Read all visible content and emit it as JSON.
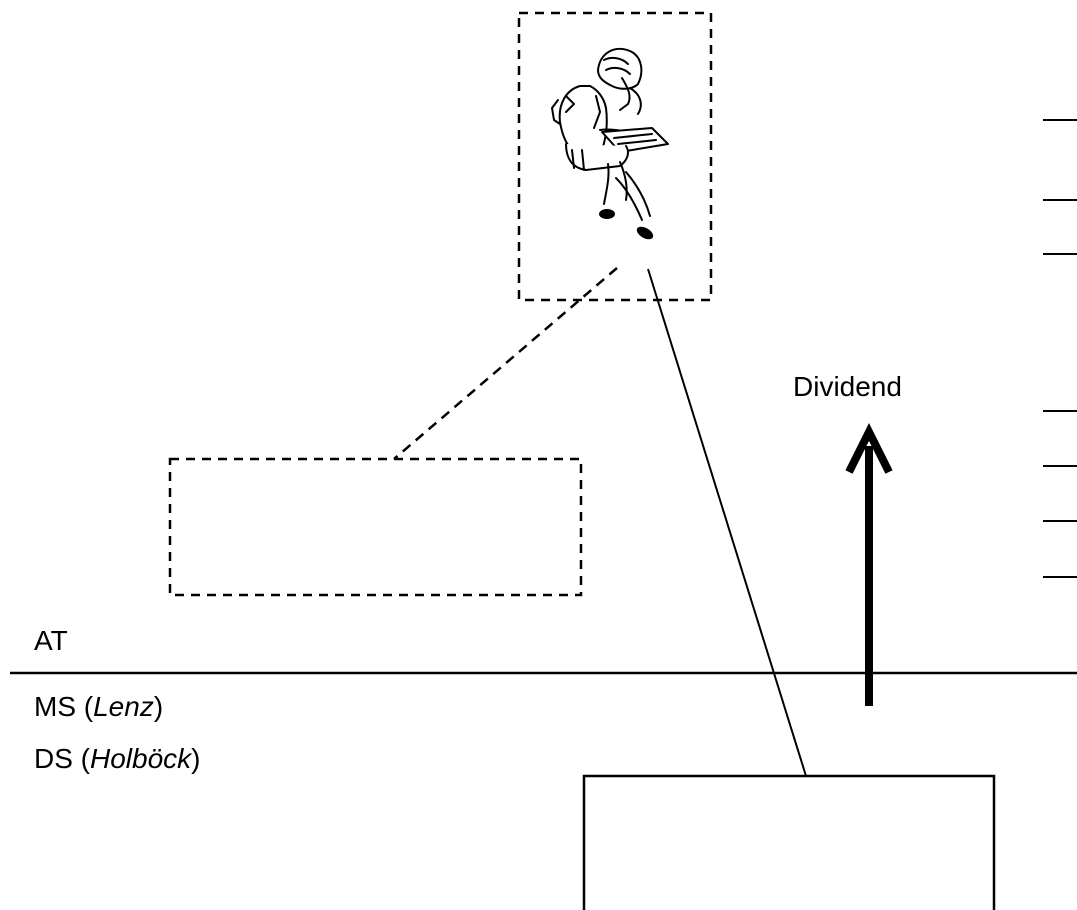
{
  "labels": {
    "at": "AT",
    "ms_prefix": "MS (",
    "ms_name": "Lenz",
    "ms_suffix": ")",
    "ds_prefix": "DS (",
    "ds_name": "Holböck",
    "ds_suffix": ")",
    "dividend": "Dividend"
  },
  "icons": {
    "person": "seated-person-reading-icon",
    "arrow": "up-arrow-icon"
  },
  "colors": {
    "ink": "#000000",
    "background": "#ffffff"
  }
}
